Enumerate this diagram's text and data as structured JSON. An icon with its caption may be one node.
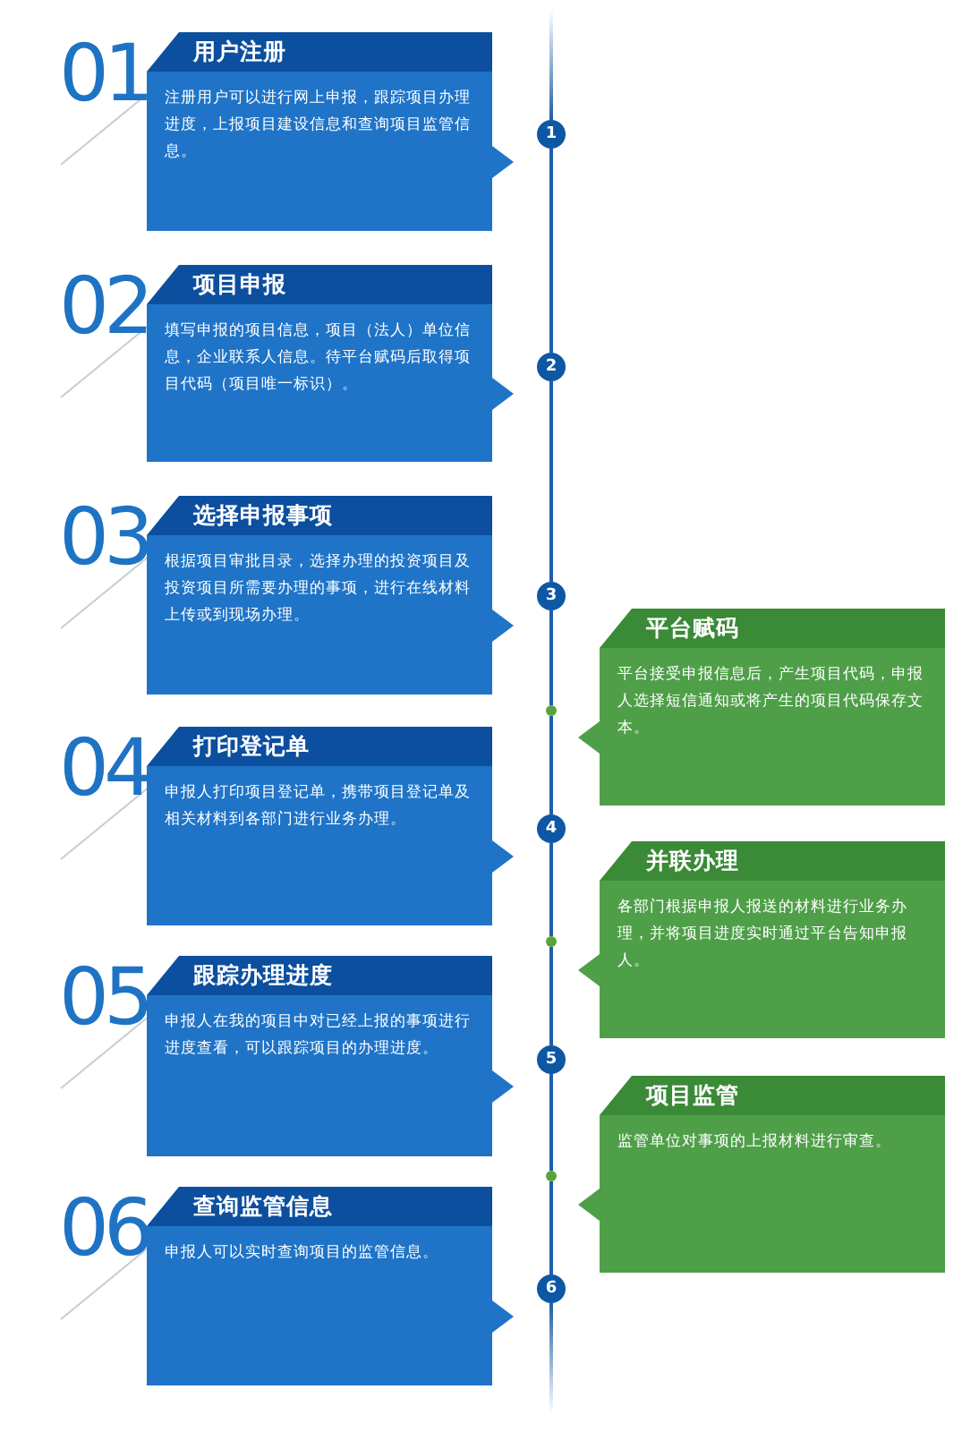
{
  "diagram": {
    "nodes": [
      {
        "text": [
          "用户注册",
          "注册用户可以进行网上申报，跟踪项目办理进度，上报项目建设信息和查询项目监管信息。"
        ],
        "beside": [
          "01"
        ]
      },
      {
        "text": [
          "项目申报",
          "填写申报的项目信息，项目（法人）单位信息，企业联系人信息。待平台赋码后取得项目代码（项目唯一标识）。"
        ],
        "beside": [
          "02"
        ]
      },
      {
        "text": [
          "选择申报事项",
          "根据项目审批目录，选择办理的投资项目及投资项目所需要办理的事项，进行在线材料上传或到现场办理。"
        ],
        "beside": [
          "03"
        ]
      },
      {
        "text": [
          "打印登记单",
          "申报人打印项目登记单，携带项目登记单及相关材料到各部门进行业务办理。"
        ],
        "beside": [
          "04"
        ]
      },
      {
        "text": [
          "跟踪办理进度",
          "申报人在我的项目中对已经上报的事项进行进度查看，可以跟踪项目的办理进度。"
        ],
        "beside": [
          "05"
        ]
      },
      {
        "text": [
          "查询监管信息",
          "申报人可以实时查询项目的监管信息。"
        ],
        "beside": [
          "06"
        ]
      },
      {
        "text": [
          "平台赋码",
          "平台接受申报信息后，产生项目代码，申报人选择短信通知或将产生的项目代码保存文本。"
        ]
      },
      {
        "text": [
          "并联办理",
          "各部门根据申报人报送的材料进行业务办理，并将项目进度实时通过平台告知申报人。"
        ]
      },
      {
        "text": [
          "项目监管",
          "监管单位对事项的上报材料进行审查。"
        ]
      },
      {
        "text": [
          "1"
        ]
      },
      {
        "text": [
          "2"
        ]
      },
      {
        "text": [
          "3"
        ]
      },
      {
        "text": [
          "4"
        ]
      },
      {
        "text": [
          "5"
        ]
      },
      {
        "text": [
          "6"
        ]
      },
      {
        "text": [],
        "shape": "circle"
      },
      {
        "text": [],
        "shape": "circle"
      },
      {
        "text": [],
        "shape": "circle"
      }
    ],
    "edges": [
      {
        "from": 9,
        "to": 10,
        "arrow": "none"
      },
      {
        "from": 10,
        "to": 11,
        "arrow": "none"
      },
      {
        "from": 11,
        "to": 15,
        "arrow": "none"
      },
      {
        "from": 15,
        "to": 12,
        "arrow": "none"
      },
      {
        "from": 12,
        "to": 16,
        "arrow": "none"
      },
      {
        "from": 16,
        "to": 13,
        "arrow": "none"
      },
      {
        "from": 13,
        "to": 17,
        "arrow": "none"
      },
      {
        "from": 17,
        "to": 14,
        "arrow": "none"
      }
    ]
  }
}
